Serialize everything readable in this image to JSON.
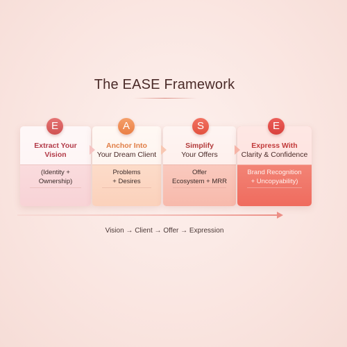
{
  "title": "The EASE Framework",
  "colors": {
    "e1": "#d95c5c",
    "a": "#ee8a55",
    "s": "#e86050",
    "e2": "#e5524c",
    "heading_e1": "#b23a48",
    "heading_a": "#e07d45",
    "heading_s": "#b23a3a",
    "heading_e2": "#c23b3b"
  },
  "steps": [
    {
      "letter": "E",
      "heading": [
        "Extract Your",
        "Vision"
      ],
      "desc": [
        "(Identity +",
        "Ownership)"
      ]
    },
    {
      "letter": "A",
      "heading": [
        "Anchor Into",
        "Your Dream Client"
      ],
      "desc": [
        "Problems",
        "+ Desires"
      ]
    },
    {
      "letter": "S",
      "heading": [
        "Simplify",
        "Your Offers"
      ],
      "desc": [
        "Offer",
        "Ecosystem + MRR"
      ]
    },
    {
      "letter": "E",
      "heading": [
        "Express With",
        "Clarity & Confidence"
      ],
      "desc": [
        "Brand Recognition",
        "+ Uncopyability)"
      ]
    }
  ],
  "flow": "Vision → Client → Offer → Expression"
}
